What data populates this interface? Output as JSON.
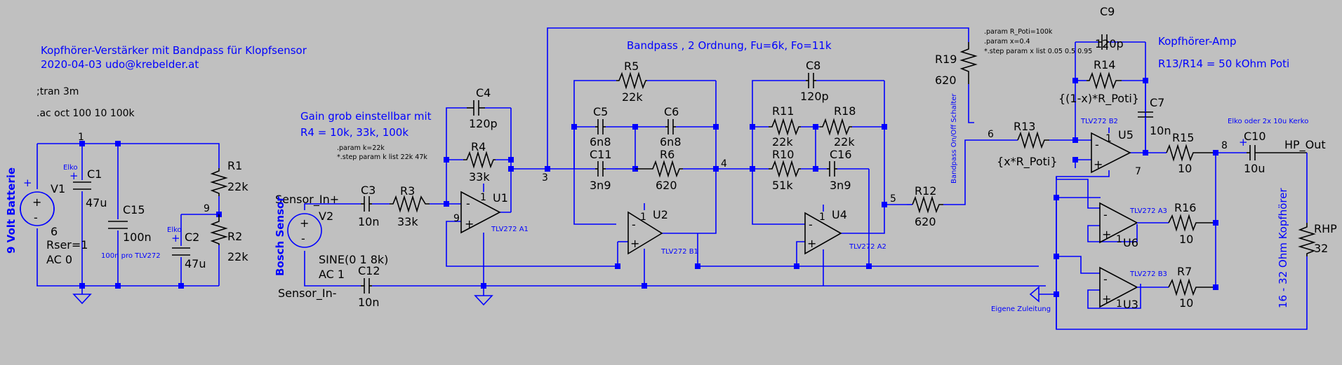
{
  "title": {
    "line1": "Kopfhörer-Verstärker mit Bandpass für Klopfsensor",
    "line2": "2020-04-03 udo@krebelder.at"
  },
  "directives": {
    "tran": ";tran 3m",
    "ac": ".ac oct 100 10 100k",
    "param_k": ".param k=22k",
    "step_k": "*.step param k list 22k 47k",
    "param_rpoti": ".param R_Poti=100k",
    "param_x": ".param x=0.4",
    "step_x": "*.step param x list 0.05 0.5 0.95"
  },
  "notes": {
    "gain1": "Gain grob einstellbar mit",
    "gain2": "R4 = 10k, 33k, 100k",
    "bandpass": "Bandpass , 2 Ordnung, Fu=6k, Fo=11k",
    "kopfamp": "Kopfhörer-Amp",
    "r13r14": "R13/R14 = 50 kOhm Poti",
    "elko_kerko": "Elko oder 2x 10u Kerko",
    "headphone": "16 - 32 Ohm Kopfhörer",
    "battery": "9 Volt Batterie",
    "sensor": "Bosch Sensor",
    "bandpass_switch": "Bandpass On/Off Schalter",
    "decoupling": "100n pro TLV272",
    "own_lead": "Eigene Zuleitung",
    "elko1": "Elko",
    "elko2": "Elko"
  },
  "components": {
    "v1": {
      "name": "V1",
      "value": "6",
      "rser": "Rser=1",
      "ac": "AC 0"
    },
    "v2": {
      "name": "V2",
      "value": "SINE(0 1 8k)",
      "ac": "AC 1"
    },
    "c1": {
      "name": "C1",
      "value": "47u"
    },
    "c15": {
      "name": "C15",
      "value": "100n"
    },
    "c2": {
      "name": "C2",
      "value": "47u"
    },
    "r1": {
      "name": "R1",
      "value": "22k"
    },
    "r2": {
      "name": "R2",
      "value": "22k"
    },
    "c3": {
      "name": "C3",
      "value": "10n"
    },
    "r3": {
      "name": "R3",
      "value": "33k"
    },
    "c12": {
      "name": "C12",
      "value": "10n"
    },
    "c4": {
      "name": "C4",
      "value": "120p"
    },
    "r4": {
      "name": "R4",
      "value": "33k"
    },
    "u1": {
      "name": "U1",
      "model": "TLV272 A1"
    },
    "r5": {
      "name": "R5",
      "value": "22k"
    },
    "c5": {
      "name": "C5",
      "value": "6n8"
    },
    "c6": {
      "name": "C6",
      "value": "6n8"
    },
    "c11": {
      "name": "C11",
      "value": "3n9"
    },
    "r6": {
      "name": "R6",
      "value": "620"
    },
    "u2": {
      "name": "U2",
      "model": "TLV272 B1"
    },
    "c8": {
      "name": "C8",
      "value": "120p"
    },
    "r11": {
      "name": "R11",
      "value": "22k"
    },
    "r18": {
      "name": "R18",
      "value": "22k"
    },
    "r10": {
      "name": "R10",
      "value": "51k"
    },
    "c16": {
      "name": "C16",
      "value": "3n9"
    },
    "u4": {
      "name": "U4",
      "model": "TLV272 A2"
    },
    "r12": {
      "name": "R12",
      "value": "620"
    },
    "r19": {
      "name": "R19",
      "value": "620"
    },
    "c9": {
      "name": "C9",
      "value": "120p"
    },
    "r14": {
      "name": "R14",
      "value": "{(1-x)*R_Poti}"
    },
    "r13": {
      "name": "R13",
      "value": "{x*R_Poti}"
    },
    "c7": {
      "name": "C7",
      "value": "10n"
    },
    "u5": {
      "name": "U5",
      "model": "TLV272 B2"
    },
    "r15": {
      "name": "R15",
      "value": "10"
    },
    "c10": {
      "name": "C10",
      "value": "10u"
    },
    "u6": {
      "name": "U6",
      "model": "TLV272 A3"
    },
    "r16": {
      "name": "R16",
      "value": "10"
    },
    "u3": {
      "name": "U3",
      "model": "TLV272 B3"
    },
    "r7": {
      "name": "R7",
      "value": "10"
    },
    "rhp": {
      "name": "RHP",
      "value": "32"
    }
  },
  "nets": {
    "n1": "1",
    "n9": "9",
    "n3": "3",
    "n4": "4",
    "n5": "5",
    "n6": "6",
    "n7": "7",
    "n8": "8",
    "n9b": "9",
    "sensor_in_p": "Sensor_In+",
    "sensor_in_n": "Sensor_In-",
    "hp_out": "HP_Out"
  },
  "pins": {
    "plus": "+",
    "minus": "-",
    "one": "1"
  }
}
